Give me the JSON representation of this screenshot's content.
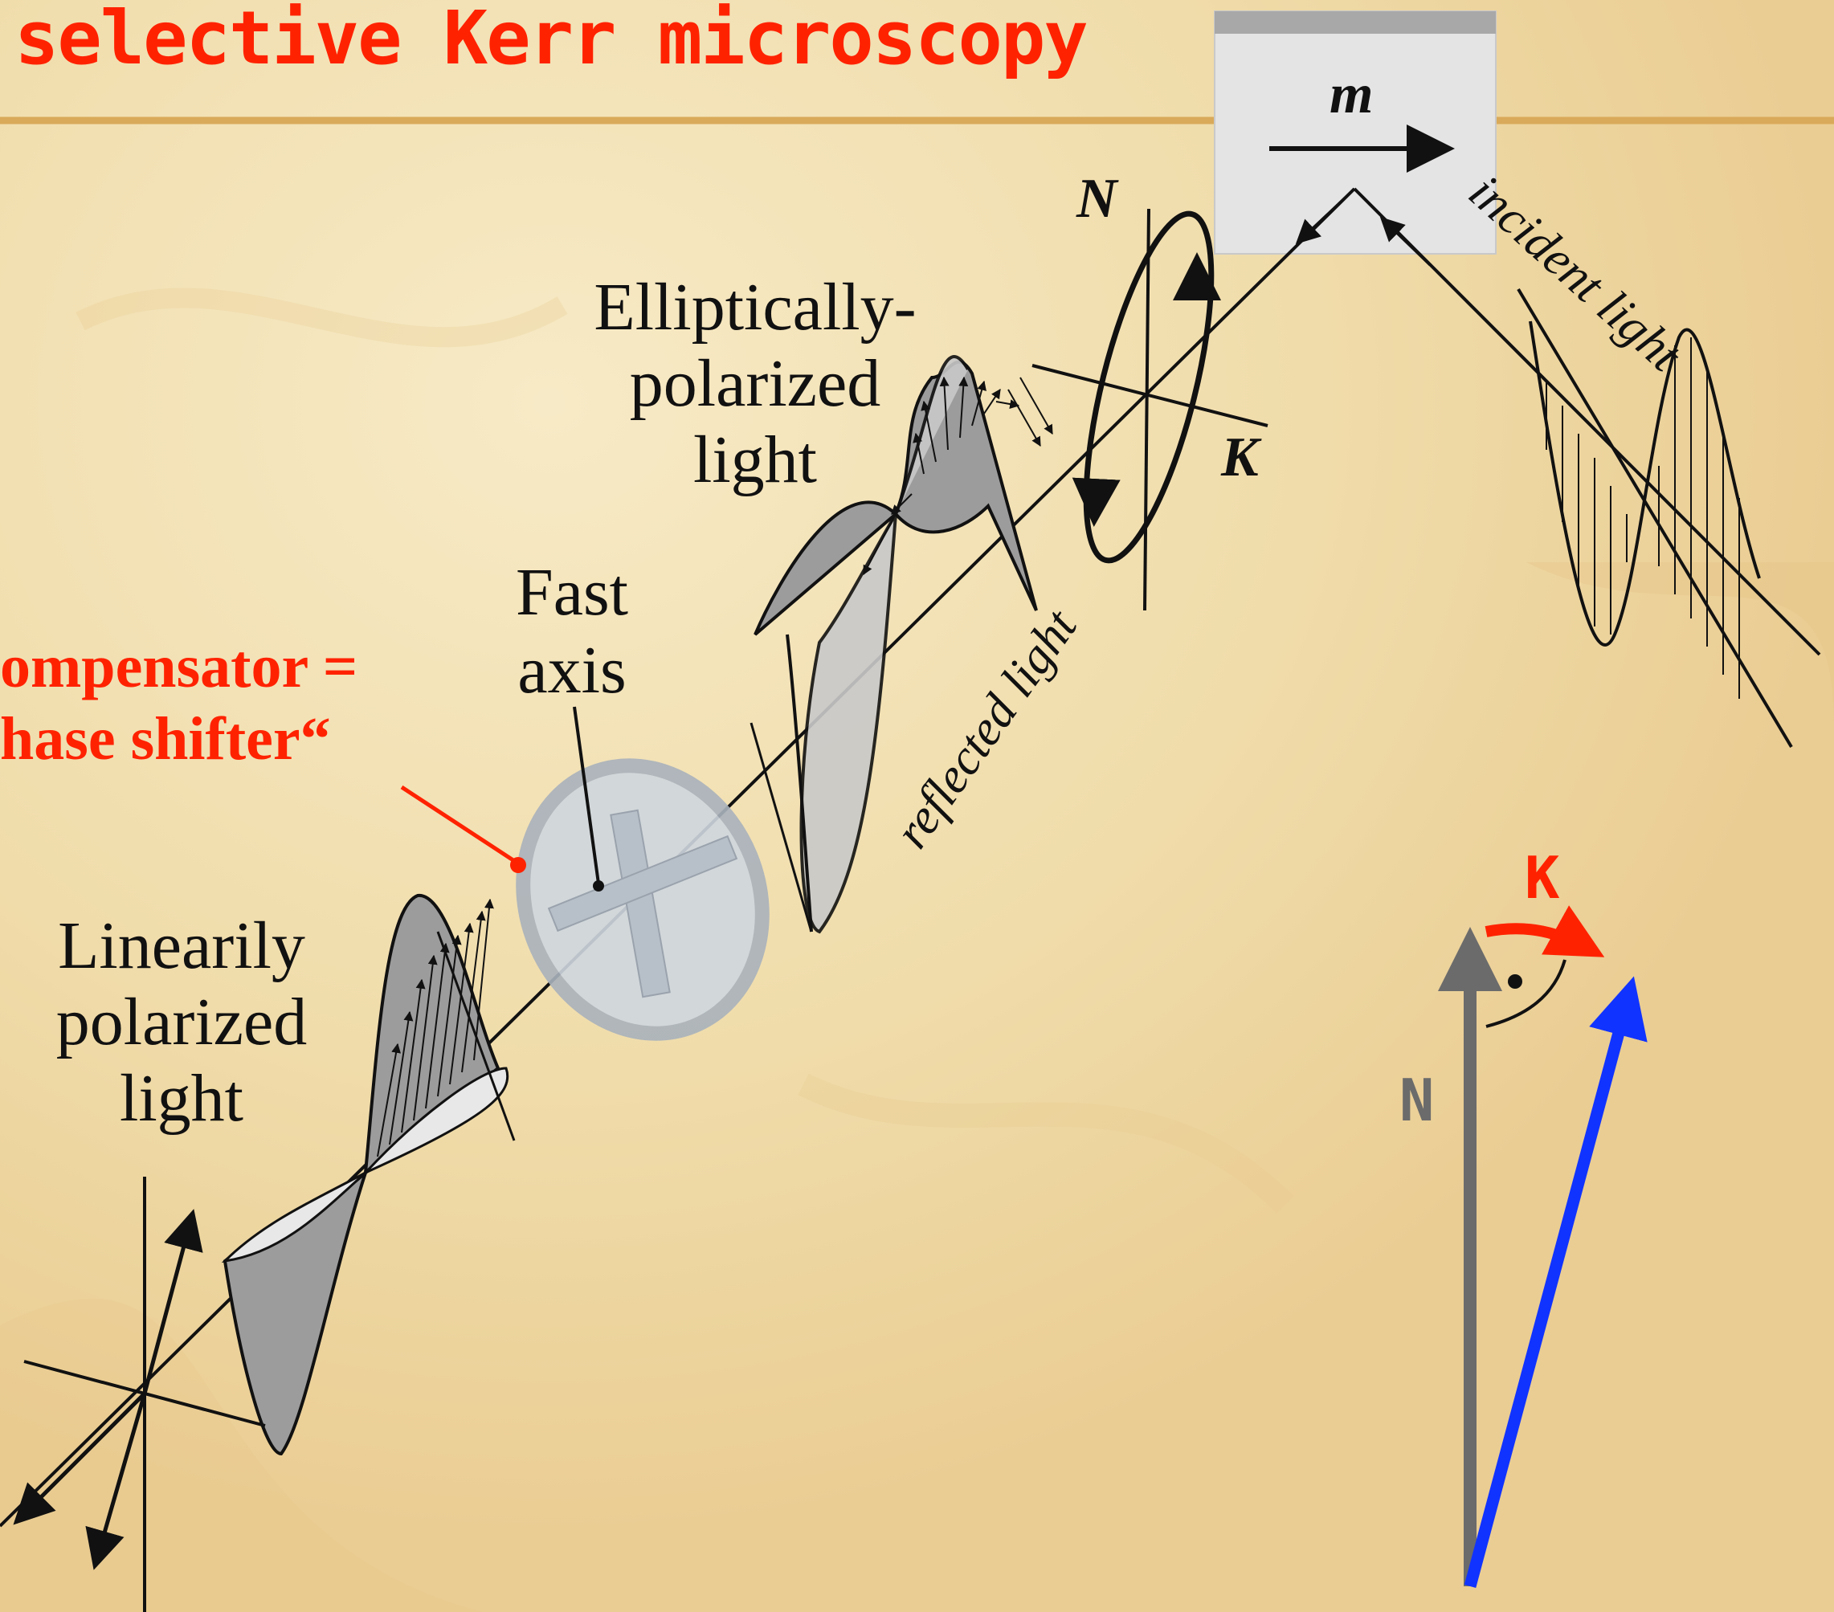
{
  "title": "selective Kerr microscopy",
  "sample": {
    "magnetization_label": "m"
  },
  "labels": {
    "elliptically_polarized": [
      "Elliptically-",
      "polarized",
      "light"
    ],
    "fast_axis": [
      "Fast",
      "axis"
    ],
    "compensator": [
      "ompensator =",
      "hase shifter“"
    ],
    "linearly_polarized": [
      "Linearily",
      "polarized",
      "light"
    ],
    "reflected_light": "reflected light",
    "incident_light": "incident light",
    "axis_N": "N",
    "axis_K": "K"
  },
  "vector_diagram": {
    "N_label": "N",
    "K_label": "K",
    "colors": {
      "N": "#6b6b6b",
      "K": "#ff2200",
      "result": "#1133ff"
    }
  },
  "colors": {
    "title": "#ff2200",
    "header_rule": "#d9aa5a"
  }
}
